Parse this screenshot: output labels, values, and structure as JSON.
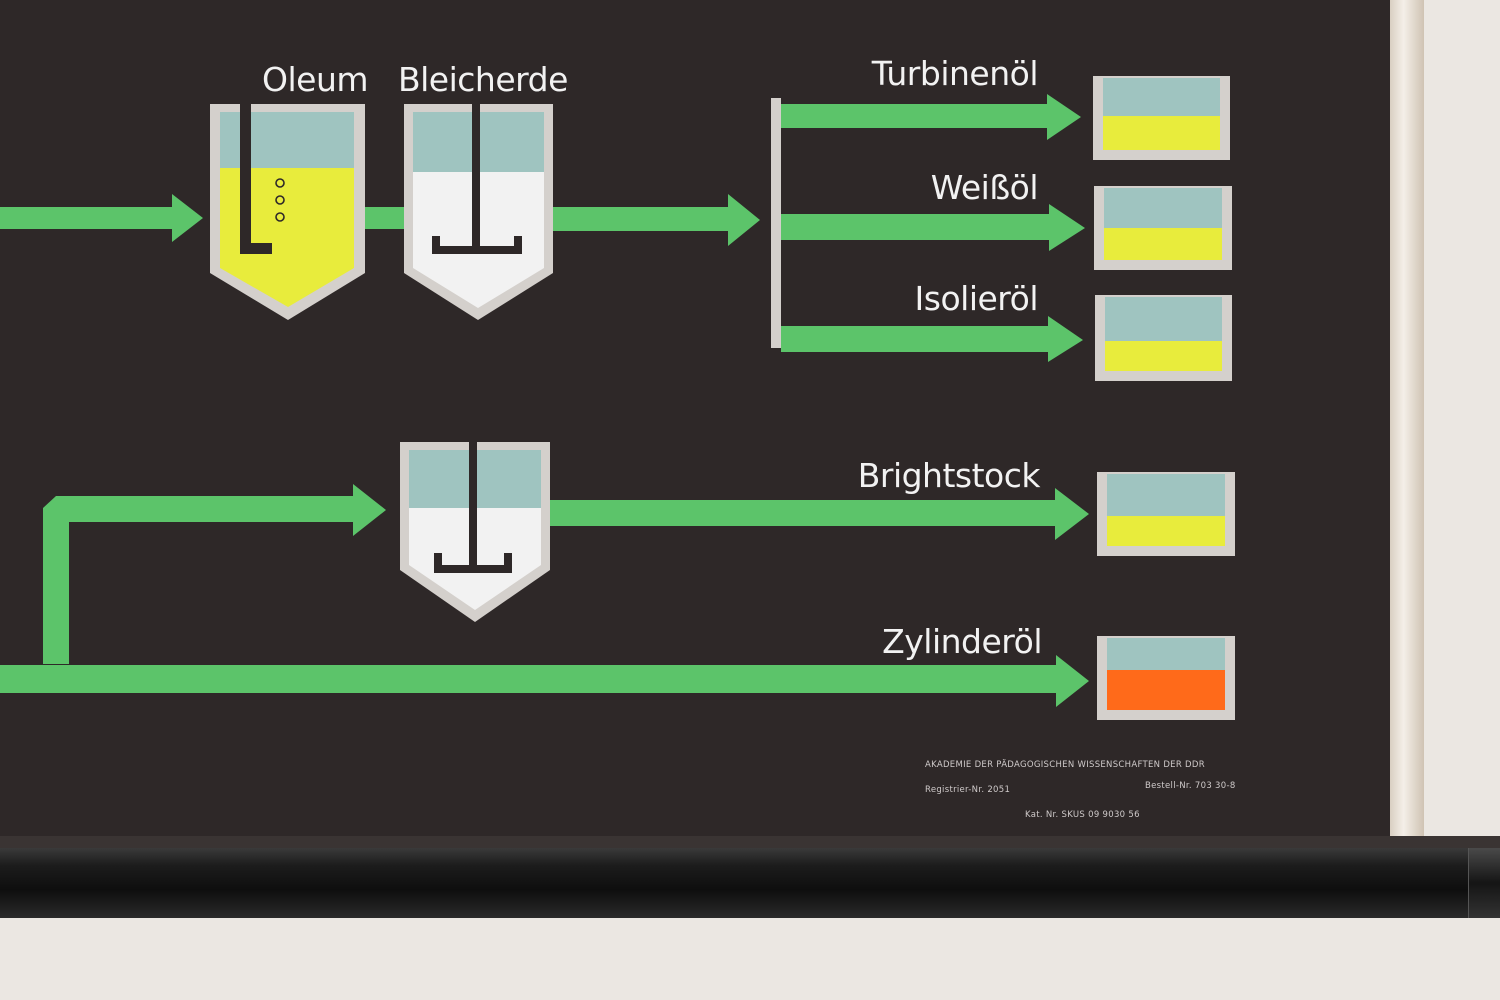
{
  "labels": {
    "oleum": "Oleum",
    "bleicherde": "Bleicherde",
    "turbinenoel": "Turbinenöl",
    "weissoel": "Weißöl",
    "isolieroel": "Isolieröl",
    "brightstock": "Brightstock",
    "zylinderoel": "Zylinderöl"
  },
  "footer": {
    "publisher": "AKADEMIE DER PÄDAGOGISCHEN WISSENSCHAFTEN DER DDR",
    "register": "Registrier-Nr. 2051",
    "order": "Bestell-Nr. 703 30-8",
    "catalog": "Kat. Nr. SKUS 09 9030 56"
  },
  "colors": {
    "background": "#2e2828",
    "arrow": "#5cc46a",
    "vessel_frame": "#d4d0cc",
    "liquid_top": "#9fc4c0",
    "liquid_yellow": "#e8ec3c",
    "liquid_white": "#f2f2f2",
    "liquid_orange": "#ff6a1a"
  },
  "icons": {
    "acid_vessel": "agitated-acid-tank-icon",
    "clay_vessel": "stirrer-tank-icon",
    "product_tank": "product-container-icon"
  }
}
